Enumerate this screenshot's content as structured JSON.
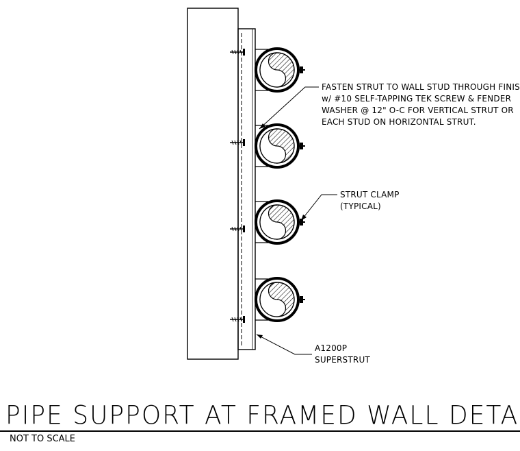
{
  "annotations": {
    "fasten_note": [
      "FASTEN STRUT TO WALL STUD THROUGH FINISH",
      "w/ #10 SELF-TAPPING TEK SCREW & FENDER",
      "WASHER @ 12\" O-C FOR VERTICAL STRUT OR",
      "EACH STUD ON HORIZONTAL STRUT."
    ],
    "clamp_note": [
      "STRUT CLAMP",
      "(TYPICAL)"
    ],
    "strut_note": [
      "A1200P",
      "SUPERSTRUT"
    ]
  },
  "title": "PIPE SUPPORT AT FRAMED WALL DETAIL",
  "scale": "NOT TO SCALE",
  "pipe_count": 4,
  "colors": {
    "line": "#000000",
    "background": "#ffffff"
  }
}
